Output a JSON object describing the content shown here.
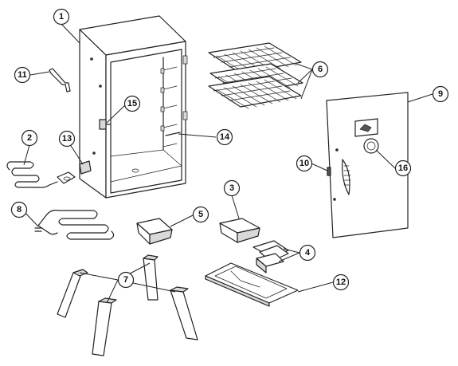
{
  "callouts": {
    "c1": "1",
    "c2": "2",
    "c3": "3",
    "c4": "4",
    "c5": "5",
    "c6": "6",
    "c7": "7",
    "c8": "8",
    "c9": "9",
    "c10": "10",
    "c11": "11",
    "c12": "12",
    "c13": "13",
    "c14": "14",
    "c15": "15",
    "c16": "16"
  },
  "colors": {
    "line": "#222222",
    "background": "#ffffff",
    "shade": "#d9d9d9"
  }
}
